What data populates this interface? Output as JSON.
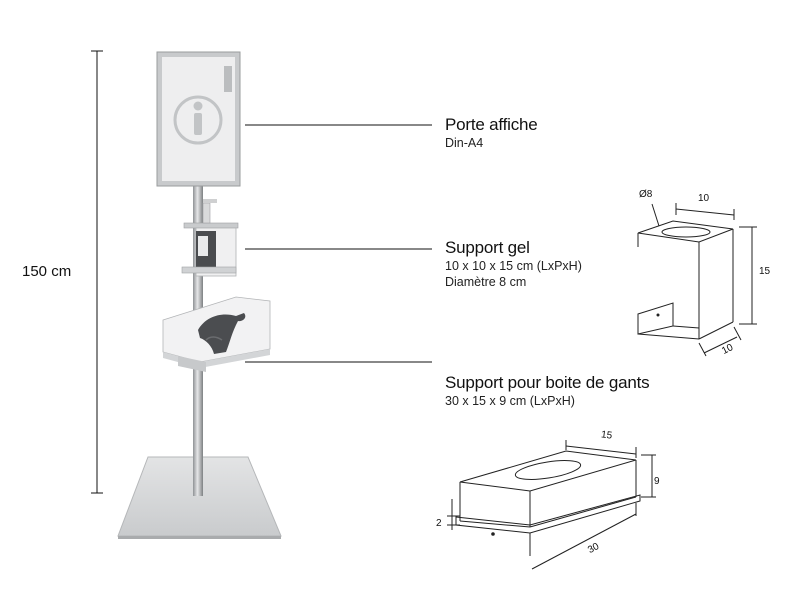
{
  "height_dimension": "150 cm",
  "callouts": [
    {
      "title": "Porte affiche",
      "lines": [
        "Din-A4"
      ]
    },
    {
      "title": "Support gel",
      "lines": [
        "10 x 10 x 15 cm (LxPxH)",
        "Diamètre 8 cm"
      ]
    },
    {
      "title": "Support pour boite de gants",
      "lines": [
        "30 x 15 x 9 cm (LxPxH)"
      ]
    }
  ],
  "gel_drawing": {
    "diameter": "Ø8",
    "width": "10",
    "height": "15",
    "depth": "10"
  },
  "box_drawing": {
    "depth": "15",
    "height": "9",
    "lip": "2",
    "length": "30"
  },
  "colors": {
    "line": "#111111",
    "metal": "#b9bcbf",
    "panel": "#e8e9ea"
  },
  "icons": {
    "poster": "info-icon"
  }
}
